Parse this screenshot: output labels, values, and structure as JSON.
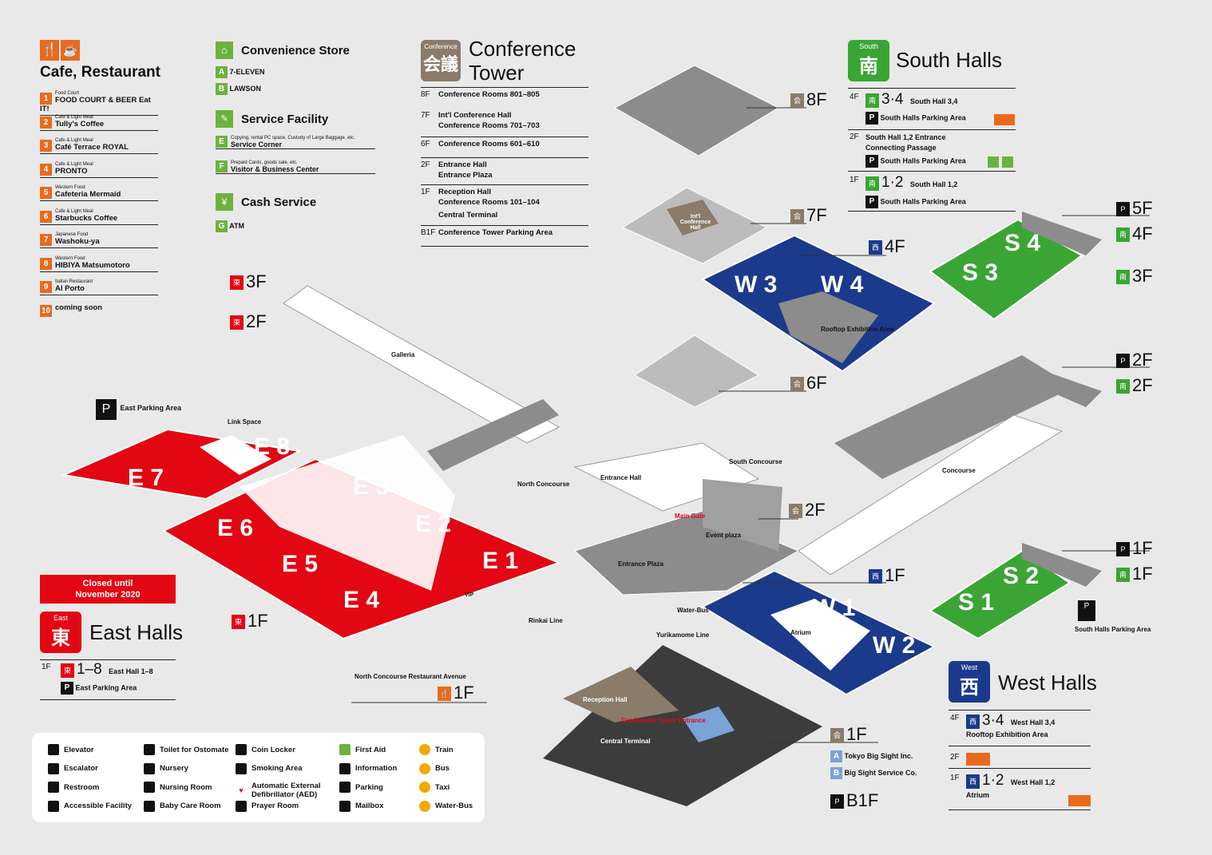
{
  "cafe": {
    "title": "Cafe, Restaurant",
    "items": [
      {
        "num": "1",
        "cat": "Food Court",
        "name": "FOOD COURT & BEER Eat IT!"
      },
      {
        "num": "2",
        "cat": "Cafe & Light Meal",
        "name": "Tully's Coffee"
      },
      {
        "num": "3",
        "cat": "Cafe & Light Meal",
        "name": "Café Terrace ROYAL"
      },
      {
        "num": "4",
        "cat": "Cafe & Light Meal",
        "name": "PRONTO"
      },
      {
        "num": "5",
        "cat": "Western Food",
        "name": "Cafeteria Mermaid"
      },
      {
        "num": "6",
        "cat": "Cafe & Light Meal",
        "name": "Starbucks Coffee"
      },
      {
        "num": "7",
        "cat": "Japanese Food",
        "name": "Washoku-ya"
      },
      {
        "num": "8",
        "cat": "Western Food",
        "name": "HIBIYA Matsumotoro"
      },
      {
        "num": "9",
        "cat": "Italian Restaurant",
        "name": "Al Porto"
      },
      {
        "num": "10",
        "cat": "",
        "name": "coming soon"
      }
    ]
  },
  "convenience": {
    "title": "Convenience Store",
    "a": "7-ELEVEN",
    "b": "LAWSON"
  },
  "service": {
    "title": "Service Facility",
    "e_note": "Copying, rental PC space, Custody of Large Baggage, etc.",
    "e": "Service Corner",
    "f_note": "Prepaid Cards, goods sale, etc.",
    "f": "Visitor & Business Center"
  },
  "cash": {
    "title": "Cash Service",
    "g": "ATM"
  },
  "conference": {
    "badge_en": "Conference",
    "badge_jp": "会議",
    "title1": "Conference",
    "title2": "Tower",
    "rows": [
      {
        "floor": "8F",
        "text": "Conference Rooms 801–805"
      },
      {
        "floor": "7F",
        "text": "Int'l Conference Hall\nConference Rooms 701–703"
      },
      {
        "floor": "6F",
        "text": "Conference Rooms 601–610"
      },
      {
        "floor": "2F",
        "text": "Entrance Hall\nEntrance Plaza"
      },
      {
        "floor": "1F",
        "text": "Reception Hall\nConference Rooms 101–104"
      },
      {
        "floor": "",
        "text": "Central Terminal"
      },
      {
        "floor": "B1F",
        "text": "Conference Tower Parking Area"
      }
    ]
  },
  "south": {
    "badge_en": "South",
    "badge_jp": "南",
    "title": "South Halls",
    "r1": "3·4",
    "r1_name": "South Hall 3,4",
    "r1_park": "South Halls Parking Area",
    "r2a": "South Hall 1,2 Entrance",
    "r2b": "Connecting Passage",
    "r2_park": "South Halls Parking Area",
    "r3": "1·2",
    "r3_name": "South Hall 1,2",
    "r3_park": "South Halls Parking Area",
    "f4": "4F",
    "f2": "2F",
    "f1": "1F"
  },
  "east": {
    "closed1": "Closed until",
    "closed2": "November 2020",
    "badge_en": "East",
    "badge_jp": "東",
    "title": "East Halls",
    "f1": "1F",
    "range": "1–8",
    "range_name": "East Hall 1–8",
    "park": "East Parking Area"
  },
  "west": {
    "badge_en": "West",
    "badge_jp": "西",
    "title": "West Halls",
    "f4": "4F",
    "r1": "3·4",
    "r1_name": "West Hall 3,4",
    "r1_sub": "Rooftop Exhibition Area",
    "f2": "2F",
    "f1": "1F",
    "r3": "1·2",
    "r3_name": "West Hall 1,2",
    "r3_sub": "Atrium"
  },
  "map": {
    "east_halls": [
      "E 7",
      "E 8",
      "E 6",
      "E 3",
      "E 2",
      "E 5",
      "E 1",
      "E 4"
    ],
    "west_halls": [
      "W 3",
      "W 4",
      "W 1",
      "W 2"
    ],
    "south_halls": [
      "S 3",
      "S 4",
      "S 1",
      "S 2"
    ],
    "labels": {
      "east_parking": "East Parking Area",
      "link_space": "Link Space",
      "galleria": "Galleria",
      "north_concourse": "North Concourse",
      "entrance_hall": "Entrance Hall",
      "south_concourse": "South Concourse",
      "main_gate": "Main Gate",
      "event_plaza": "Event plaza",
      "entrance_plaza": "Entrance Plaza",
      "rinkai": "Rinkai Line",
      "water_bus": "Water-Bus",
      "yurikamome": "Yurikamome Line",
      "atrium": "Atrium",
      "rooftop": "Rooftop Exhibition Area",
      "concourse": "Concourse",
      "south_parking": "South Halls Parking Area",
      "ncra": "North Concourse Restaurant Avenue",
      "reception_hall": "Reception Hall",
      "ct_entrance": "Conference Tower Entrance",
      "central_terminal": "Central Terminal",
      "intl_hall": "Int'l Conference Hall",
      "vip": "VIP"
    },
    "floors": {
      "e3": "3F",
      "e2": "2F",
      "e1": "1F",
      "c8": "8F",
      "c7": "7F",
      "c6": "6F",
      "c2": "2F",
      "w4": "4F",
      "w1": "1F",
      "p5": "5F",
      "s4": "4F",
      "s3": "3F",
      "p2": "2F",
      "s2": "2F",
      "p1": "1F",
      "s1": "1F",
      "ncra_f": "1F",
      "c1": "1F",
      "b1": "B1F"
    },
    "b1_a": "Tokyo Big Sight Inc.",
    "b1_b": "Big Sight Service Co."
  },
  "legend": [
    {
      "label": "Elevator",
      "icon": "elevator-icon"
    },
    {
      "label": "Escalator",
      "icon": "escalator-icon"
    },
    {
      "label": "Restroom",
      "icon": "restroom-icon"
    },
    {
      "label": "Accessible Facility",
      "icon": "wheelchair-icon"
    },
    {
      "label": "Toilet for Ostomate",
      "icon": "ostomate-icon"
    },
    {
      "label": "Nursery",
      "icon": "nursery-icon"
    },
    {
      "label": "Nursing Room",
      "icon": "nursing-room-icon"
    },
    {
      "label": "Baby Care Room",
      "icon": "baby-care-icon"
    },
    {
      "label": "Coin Locker",
      "icon": "coin-locker-icon"
    },
    {
      "label": "Smoking Area",
      "icon": "smoking-icon"
    },
    {
      "label": "Automatic External Defibrillator (AED)",
      "icon": "aed-icon"
    },
    {
      "label": "Prayer Room",
      "icon": "prayer-room-icon"
    },
    {
      "label": "First Aid",
      "icon": "first-aid-icon"
    },
    {
      "label": "Information",
      "icon": "information-icon"
    },
    {
      "label": "Parking",
      "icon": "parking-icon"
    },
    {
      "label": "Mailbox",
      "icon": "mailbox-icon"
    },
    {
      "label": "Train",
      "icon": "train-icon"
    },
    {
      "label": "Bus",
      "icon": "bus-icon"
    },
    {
      "label": "Taxi",
      "icon": "taxi-icon"
    },
    {
      "label": "Water-Bus",
      "icon": "water-bus-icon"
    }
  ],
  "colors": {
    "east": "#e30613",
    "west": "#1b3a8c",
    "south": "#3aa535",
    "conference": "#8a7b6a",
    "grey": "#8c8c8c",
    "dark": "#3c3c3c",
    "orange": "#ea6a1d",
    "green": "#6cb33e"
  }
}
